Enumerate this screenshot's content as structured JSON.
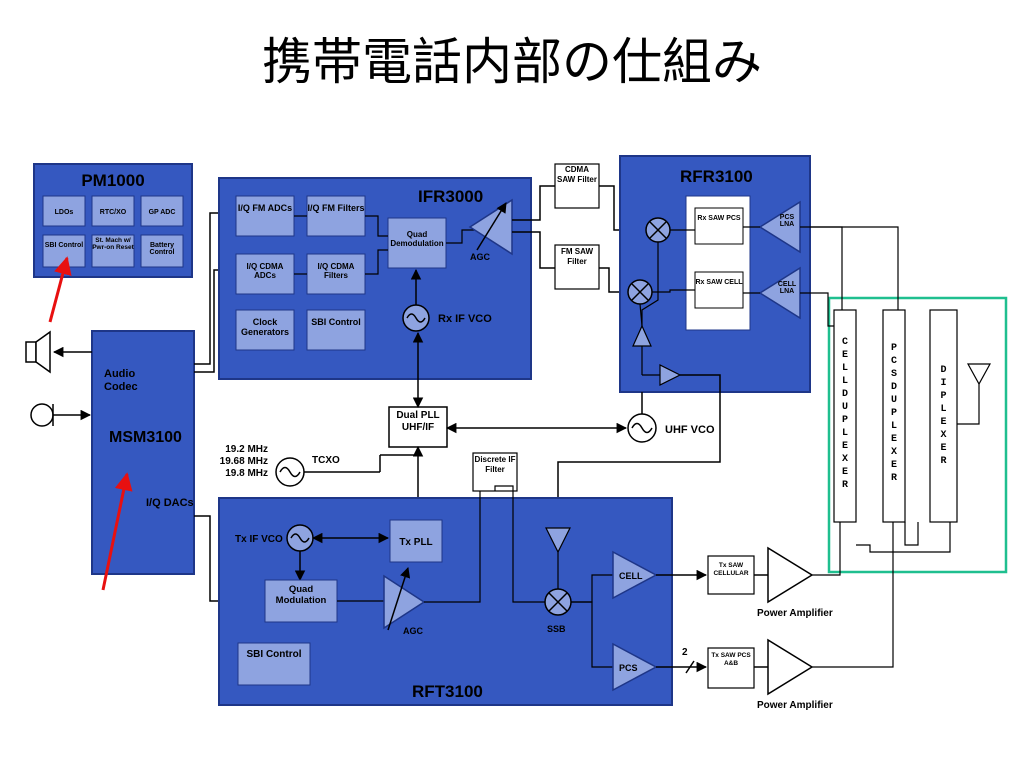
{
  "page": {
    "title": "携帯電話内部の仕組み"
  },
  "colors": {
    "block_fill": "#3558c0",
    "block_stroke": "#1e3688",
    "sub_fill": "#8ea3e0",
    "sub_stroke": "#1e3688",
    "white_box": "#ffffff",
    "arrow_red": "#e81010",
    "highlight": "#1fbf8f",
    "text_dark": "#000000",
    "text_light": "#ffffff"
  },
  "pm1000": {
    "title": "PM1000",
    "cells": [
      "LDOs",
      "RTC/XO",
      "GP ADC",
      "SBI Control",
      "St. Mach w/ Pwr-on Reset",
      "Battery Control"
    ]
  },
  "msm3100": {
    "title": "MSM3100",
    "audio_codec": "Audio Codec",
    "iq_dacs": "I/Q DACs"
  },
  "ifr3000": {
    "title": "IFR3000",
    "iq_fm_adcs": "I/Q FM ADCs",
    "iq_fm_filters": "I/Q FM Filters",
    "iq_cdma_adcs": "I/Q CDMA ADCs",
    "iq_cdma_filters": "I/Q CDMA Filters",
    "clock_generators": "Clock Generators",
    "sbi_control": "SBI Control",
    "quad_demod": "Quad Demodulation",
    "agc": "AGC",
    "rx_if_vco": "Rx IF VCO"
  },
  "filters": {
    "cdma_saw": "CDMA SAW Filter",
    "fm_saw": "FM SAW Filter",
    "discrete_if": "Discrete IF Filter"
  },
  "rfr3100": {
    "title": "RFR3100",
    "rx_saw_pcs": "Rx SAW PCS",
    "rx_saw_cell": "Rx SAW CELL",
    "pcs_lna": "PCS LNA",
    "cell_lna": "CELL LNA"
  },
  "pll": {
    "dual_pll": "Dual PLL UHF/IF",
    "uhf_vco": "UHF VCO"
  },
  "tcxo": {
    "freqs": "19.2 MHz 19.68 MHz 19.8 MHz",
    "label": "TCXO"
  },
  "rft3100": {
    "title": "RFT3100",
    "tx_if_vco": "Tx IF VCO",
    "tx_pll": "Tx PLL",
    "quad_mod": "Quad Modulation",
    "agc": "AGC",
    "sbi_control": "SBI Control",
    "ssb": "SSB",
    "cell": "CELL",
    "pcs": "PCS"
  },
  "tx": {
    "tx_saw_cellular": "Tx SAW CELLULAR",
    "tx_saw_pcs": "Tx SAW PCS A&B",
    "power_amplifier": "Power Amplifier",
    "bus_count": "2"
  },
  "duplexers": {
    "cell_duplexer": "CELL DUPLEXER",
    "pcs_duplexer": "PCS DUPLEXER",
    "diplexer": "DIPLEXER"
  }
}
